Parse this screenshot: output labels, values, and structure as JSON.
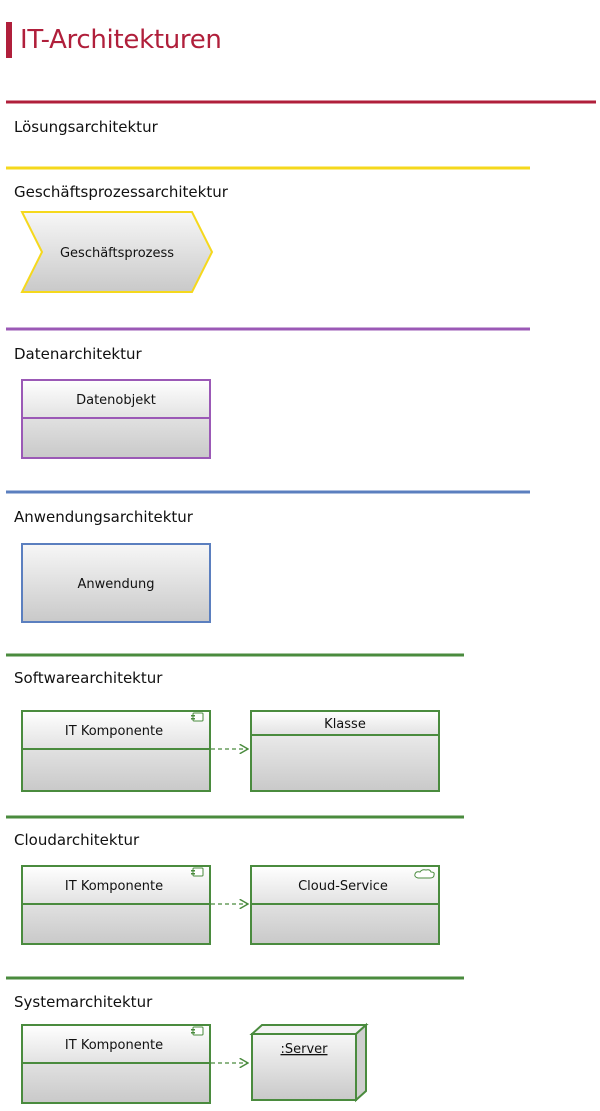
{
  "page": {
    "title": "IT-Architekturen"
  },
  "colors": {
    "title": "#b01f3b",
    "loesung": "#b01f3b",
    "geschaeft": "#f5d81d",
    "daten": "#9b59b6",
    "anwendung": "#5b7fbf",
    "green": "#4a8b3e"
  },
  "sections": {
    "loesung": {
      "label": "Lösungsarchitektur"
    },
    "geschaeft": {
      "label": "Geschäftsprozessarchitektur",
      "shape": "Geschäftsprozess"
    },
    "daten": {
      "label": "Datenarchitektur",
      "shape": "Datenobjekt"
    },
    "anwendung": {
      "label": "Anwendungsarchitektur",
      "shape": "Anwendung"
    },
    "software": {
      "label": "Softwarearchitektur",
      "left": "IT Komponente",
      "right": "Klasse",
      "left_icon": "component-icon"
    },
    "cloud": {
      "label": "Cloudarchitektur",
      "left": "IT Komponente",
      "right": "Cloud-Service",
      "left_icon": "component-icon",
      "right_icon": "cloud-icon"
    },
    "system": {
      "label": "Systemarchitektur",
      "left": "IT Komponente",
      "right": ":Server",
      "left_icon": "component-icon",
      "right_icon": "node-3d-icon"
    }
  }
}
